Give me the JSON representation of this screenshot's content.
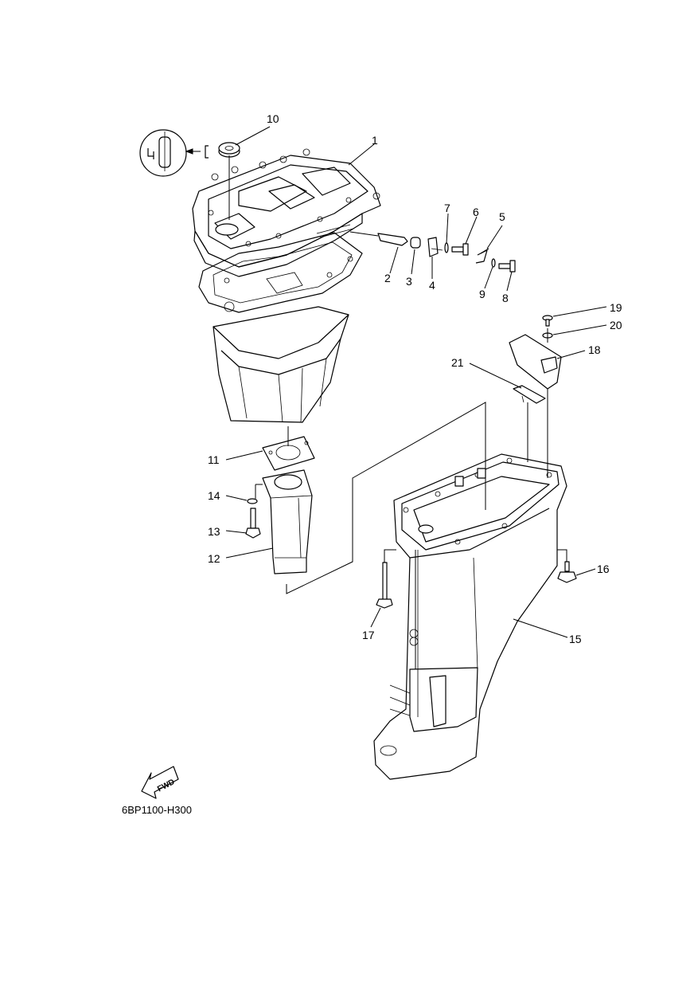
{
  "diagram": {
    "callouts": [
      "1",
      "2",
      "3",
      "4",
      "5",
      "6",
      "7",
      "8",
      "9",
      "10",
      "11",
      "12",
      "13",
      "14",
      "15",
      "16",
      "17",
      "18",
      "19",
      "20",
      "21"
    ],
    "fwd_label": "FWD",
    "drawing_code": "6BP1100-H300"
  },
  "parts": [
    {
      "id": "1",
      "name": "upper-casing",
      "icon": "upper-casing-icon"
    },
    {
      "id": "2",
      "name": "shift-rod-lever",
      "icon": "lever-icon"
    },
    {
      "id": "3",
      "name": "collar",
      "icon": "collar-icon"
    },
    {
      "id": "4",
      "name": "bracket",
      "icon": "bracket-icon"
    },
    {
      "id": "5",
      "name": "clip",
      "icon": "clip-icon"
    },
    {
      "id": "6",
      "name": "bolt",
      "icon": "bolt-icon"
    },
    {
      "id": "7",
      "name": "washer",
      "icon": "washer-icon"
    },
    {
      "id": "8",
      "name": "bolt",
      "icon": "bolt-icon"
    },
    {
      "id": "9",
      "name": "washer",
      "icon": "washer-icon"
    },
    {
      "id": "10",
      "name": "grommet",
      "icon": "grommet-icon"
    },
    {
      "id": "11",
      "name": "gasket",
      "icon": "gasket-icon"
    },
    {
      "id": "12",
      "name": "exhaust-guide",
      "icon": "exhaust-pipe-icon"
    },
    {
      "id": "13",
      "name": "bolt",
      "icon": "bolt-icon"
    },
    {
      "id": "14",
      "name": "washer",
      "icon": "washer-icon"
    },
    {
      "id": "15",
      "name": "lower-casing",
      "icon": "lower-casing-icon"
    },
    {
      "id": "16",
      "name": "bolt",
      "icon": "bolt-icon"
    },
    {
      "id": "17",
      "name": "bolt",
      "icon": "bolt-icon"
    },
    {
      "id": "18",
      "name": "plate",
      "icon": "plate-icon"
    },
    {
      "id": "19",
      "name": "screw",
      "icon": "screw-icon"
    },
    {
      "id": "20",
      "name": "washer",
      "icon": "washer-icon"
    },
    {
      "id": "21",
      "name": "rubber-seal",
      "icon": "seal-icon"
    }
  ]
}
